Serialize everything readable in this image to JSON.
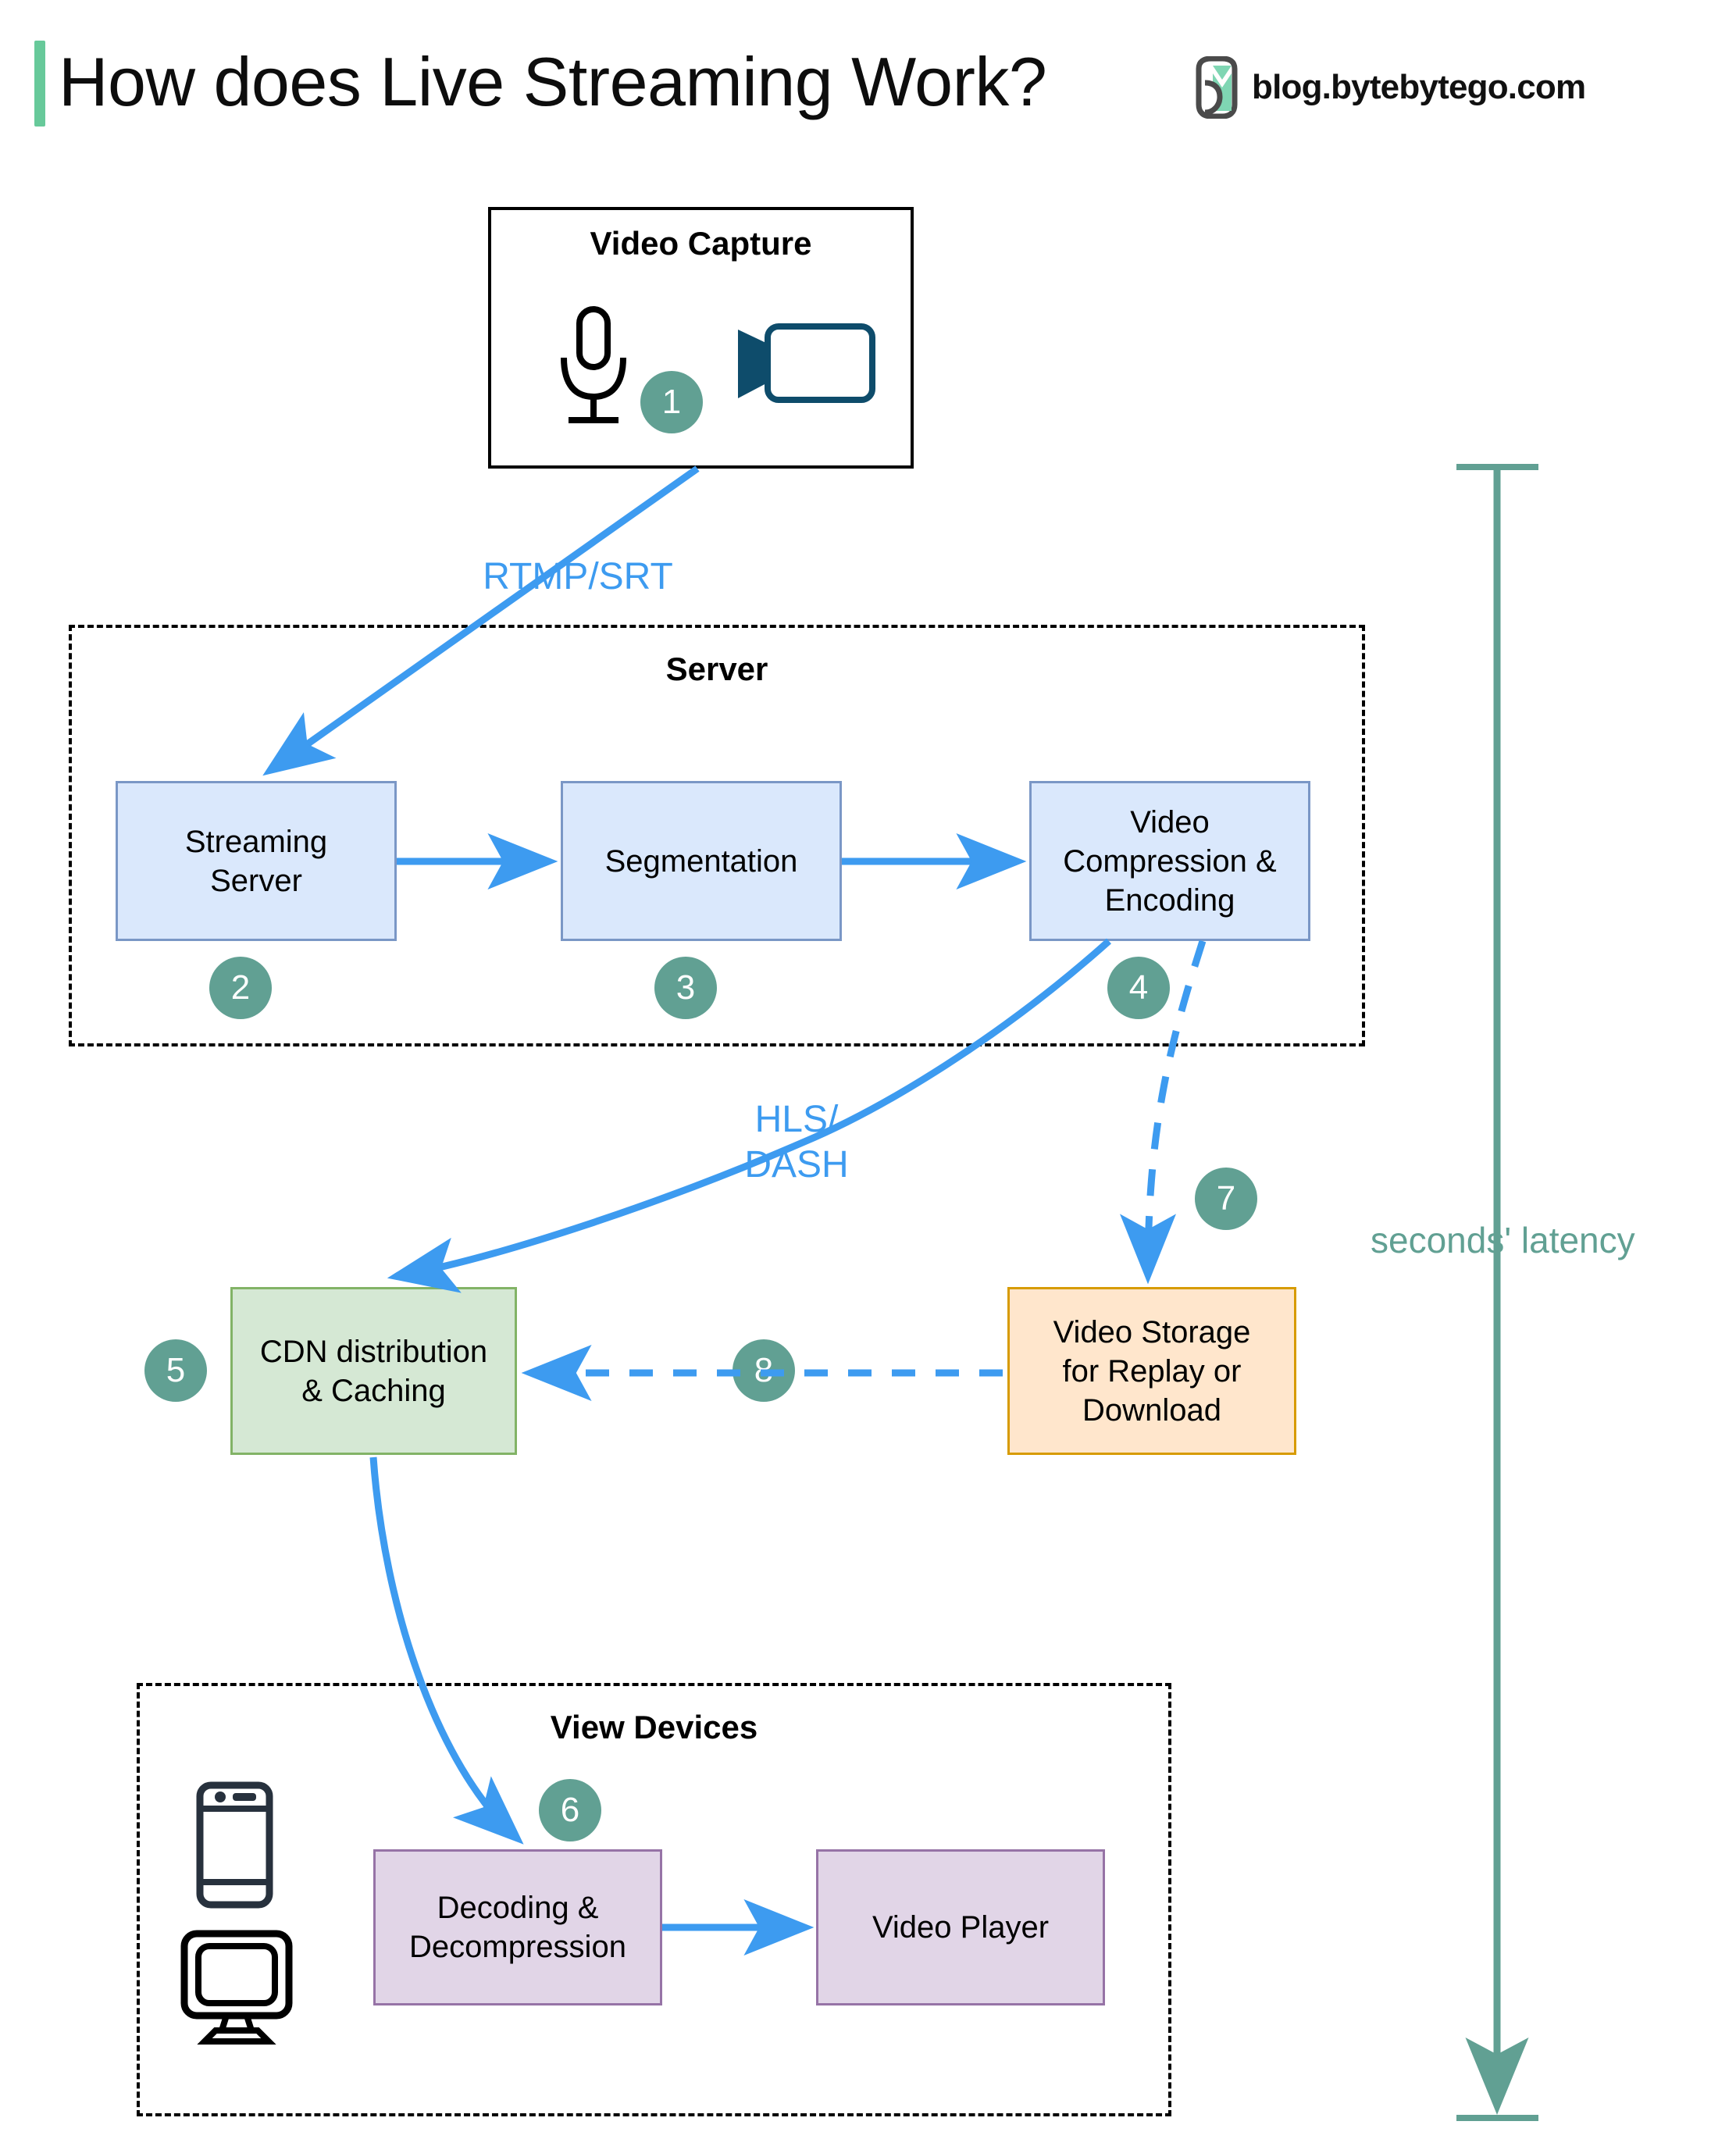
{
  "header": {
    "title": "How does Live Streaming Work?",
    "brand_text": "blog.bytebytego.com",
    "accent_color": "#67c99a",
    "logo_icon": "bytebytego-logo-icon"
  },
  "colors": {
    "badge": "#61a093",
    "arrow_blue": "#3d9bf0",
    "latency_teal": "#61a093",
    "box_blue_fill": "#dae8fc",
    "box_blue_stroke": "#7a97c6",
    "box_green_fill": "#d5e8d4",
    "box_green_stroke": "#82b366",
    "box_orange_fill": "#ffe6cc",
    "box_orange_stroke": "#d79b00",
    "box_purple_fill": "#e1d5e7",
    "box_purple_stroke": "#9673a6",
    "camera_icon": "#0e4c6b",
    "phone_icon": "#27313d"
  },
  "groups": {
    "capture": {
      "title": "Video Capture"
    },
    "server": {
      "title": "Server"
    },
    "devices": {
      "title": "View Devices"
    }
  },
  "nodes": {
    "streaming_server": "Streaming\nServer",
    "segmentation": "Segmentation",
    "compression": "Video\nCompression &\nEncoding",
    "cdn": "CDN distribution\n& Caching",
    "storage": "Video Storage\nfor Replay or\nDownload",
    "decoding": "Decoding &\nDecompression",
    "player": "Video Player"
  },
  "badges": {
    "b1": "1",
    "b2": "2",
    "b3": "3",
    "b4": "4",
    "b5": "5",
    "b6": "6",
    "b7": "7",
    "b8": "8"
  },
  "edges": {
    "rtmp": "RTMP/SRT",
    "hls": "HLS/\nDASH"
  },
  "annotations": {
    "latency": "seconds' latency"
  },
  "icons": {
    "microphone": "microphone-icon",
    "video_camera": "video-camera-icon",
    "mobile_phone": "mobile-phone-icon",
    "desktop_monitor": "desktop-monitor-icon"
  }
}
